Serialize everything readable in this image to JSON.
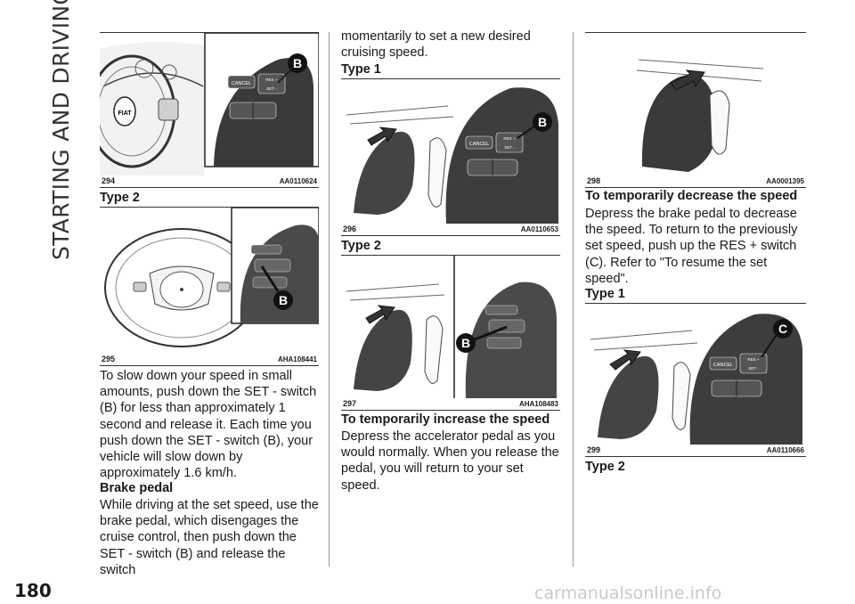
{
  "section_title": "STARTING AND DRIVING",
  "page_number": "180",
  "watermark": "carmanualsonline.info",
  "figures": [
    {
      "number": "294",
      "code": "AA0110624"
    },
    {
      "number": "295",
      "code": "AHA108441"
    },
    {
      "number": "296",
      "code": "AA0110653"
    },
    {
      "number": "297",
      "code": "AHA108483"
    },
    {
      "number": "298",
      "code": "AA0001395"
    },
    {
      "number": "299",
      "code": "AA0110666"
    }
  ],
  "callouts": {
    "b": "B",
    "c": "C"
  },
  "switch_labels": {
    "cancel": "CANCEL",
    "res": "RES +",
    "set": "SET -",
    "brand": "FIAT"
  },
  "column1": {
    "type2": "Type 2",
    "slow_down": "To slow down your speed in small amounts, push down the SET - switch (B) for less than approximately 1 second and release it. Each time you push down the SET - switch (B), your vehicle will slow down by approximately 1.6 km/h.",
    "brake_heading": "Brake pedal",
    "brake_text": "While driving at the set speed, use the brake pedal, which disengages the cruise control, then push down the SET - switch (B) and release the switch"
  },
  "column2": {
    "cont_text": "momentarily to set a new desired cruising speed.",
    "type1": "Type 1",
    "type2": "Type 2",
    "increase_heading": "To temporarily increase the speed",
    "increase_text": "Depress the accelerator pedal as you would normally. When you release the pedal, you will return to your set speed."
  },
  "column3": {
    "decrease_heading": "To temporarily decrease the speed",
    "decrease_text": "Depress the brake pedal to decrease the speed. To return to the previously set speed, push up the RES + switch (C). Refer to \"To resume the set speed\".",
    "type1": "Type 1",
    "type2": "Type 2"
  }
}
